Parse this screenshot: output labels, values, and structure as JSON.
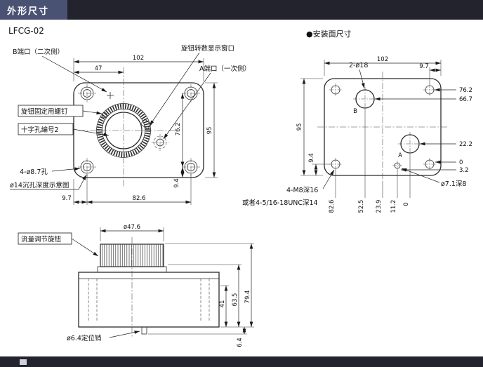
{
  "header": {
    "title": "外形尺寸"
  },
  "model": "LFCG-02",
  "section": {
    "title": "●安装面尺寸"
  },
  "front_view": {
    "callouts": {
      "b_port": "B端口（二次侧）",
      "knob_window": "旋钮转数显示窗口",
      "a_port": "A端口（一次侧）",
      "knob_screw": "旋钮固定用螺钉",
      "cross_hole": "十字孔编号2",
      "bolt_holes": "4-ø8.7孔",
      "counterbore_note": "ø14沉孔深度示意图"
    },
    "dims": {
      "width": "102",
      "half_width": "47",
      "height": "95",
      "port_span": "76.2",
      "bottom_offset": "9.4",
      "bolt_span": "82.6",
      "edge_offset": "9.7"
    }
  },
  "mounting_view": {
    "port_b": "B",
    "port_a": "A",
    "callouts": {
      "ports": "2-ø18",
      "tap": "4-M8深16",
      "tap_alt": "或者4-5/16-18UNC深14",
      "pin_hole": "ø7.1深8"
    },
    "dims": {
      "width": "102",
      "right_offset": "9.7",
      "height": "95",
      "bolt_offset": "9.4",
      "right": [
        "76.2",
        "66.7",
        "22.2",
        "0",
        "3.2"
      ],
      "bottom": [
        "82.6",
        "52.5",
        "23.9",
        "11.2",
        "0"
      ]
    }
  },
  "side_view": {
    "callouts": {
      "knob": "流量调节旋钮",
      "pin": "ø6.4定位销"
    },
    "dims": {
      "knob_dia": "ø47.6",
      "inner_height": "41",
      "body_height": "63.5",
      "total_height": "79.4",
      "pin_length": "6.4"
    }
  }
}
